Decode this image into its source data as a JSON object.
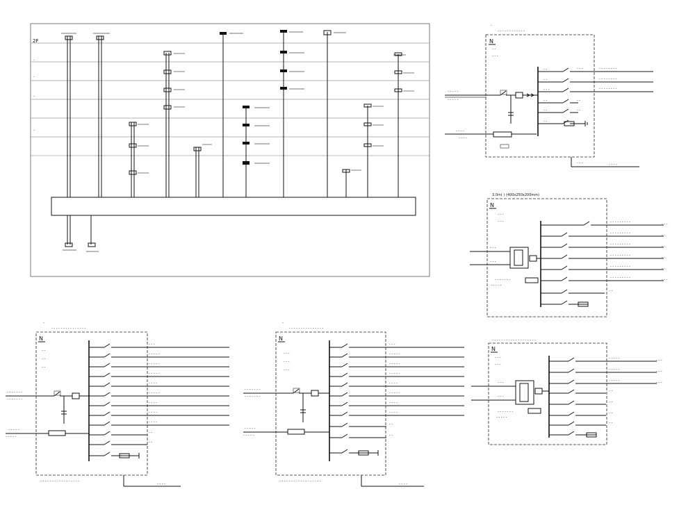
{
  "riser": {
    "floor_label_top": "2F",
    "bus_label": "",
    "cells": []
  },
  "panels": [
    {
      "title_top": "",
      "title_sub": "",
      "n_label": "N",
      "side_label": ""
    },
    {
      "title_top": "3.0m( ) (400x250x200mm)",
      "title_sub": "",
      "n_label": "N",
      "side_label": ""
    },
    {
      "title_top": "",
      "title_sub": "",
      "n_label": "N",
      "side_label": ""
    },
    {
      "title_top": "",
      "title_sub": "",
      "n_label": "N",
      "side_label": ""
    },
    {
      "title_top": "",
      "title_sub": "",
      "n_label": "N",
      "side_label": ""
    }
  ]
}
